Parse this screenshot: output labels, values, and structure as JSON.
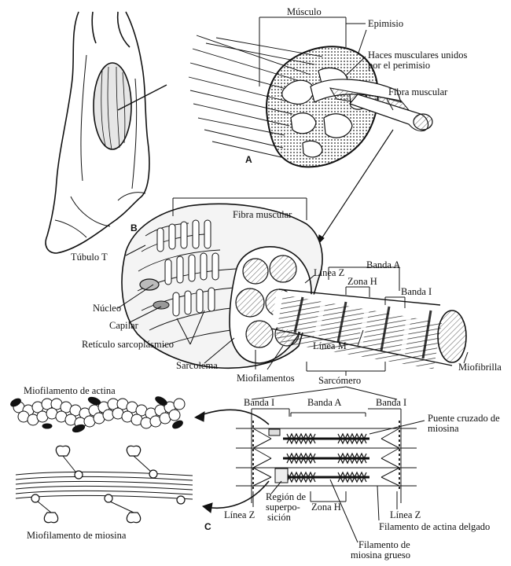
{
  "panels": {
    "a": "A",
    "b": "B",
    "c": "C"
  },
  "labels": {
    "musculo": "Músculo",
    "epimisio": "Epimisio",
    "haces_1": "Haces musculares unidos",
    "haces_2": "por el perimisio",
    "fibra_muscular_top": "Fibra muscular",
    "fibra_muscular_mid": "Fibra muscular",
    "tubulo_t": "Túbulo T",
    "linea_z_top": "Línea Z",
    "banda_a_top": "Banda A",
    "zona_h_top": "Zona H",
    "banda_i_top": "Banda I",
    "nucleo": "Núcleo",
    "capilar": "Capilar",
    "reticulo": "Retículo sarcoplásmico",
    "linea_m": "Línea M",
    "sarcolema": "Sarcolema",
    "miofilamentos": "Miofilamentos",
    "miofibrilla": "Miofibrilla",
    "sarcomero": "Sarcómero",
    "miofilamento_actina": "Miofilamento de actina",
    "banda_i_left": "Banda I",
    "banda_a_bottom": "Banda A",
    "banda_i_right": "Banda I",
    "puente_1": "Puente cruzado de",
    "puente_2": "miosina",
    "region_1": "Región de",
    "region_2": "superpo-",
    "region_3": "sición",
    "linea_z_bl": "Línea Z",
    "zona_h_bottom": "Zona H",
    "linea_z_br": "Línea Z",
    "filamento_actina": "Filamento de actina delgado",
    "filamento_miosina_1": "Filamento de",
    "filamento_miosina_2": "miosina grueso",
    "miofilamento_miosina": "Miofilamento de miosina"
  }
}
